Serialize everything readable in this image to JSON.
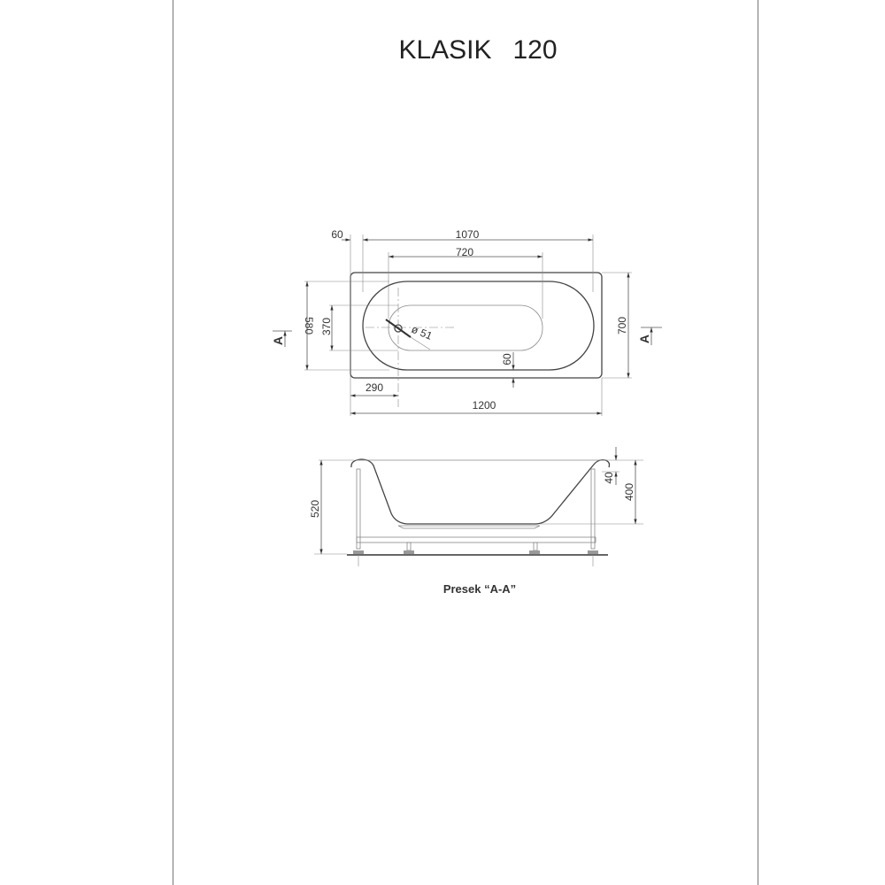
{
  "title": {
    "model": "KLASIK",
    "size": "120"
  },
  "top_view": {
    "dims": {
      "rim_offset": "60",
      "inner_length": "1070",
      "flat_bottom_length": "720",
      "inner_width": "580",
      "bottom_width": "370",
      "drain_diameter": "ø 51",
      "outer_width": "700",
      "side_rim": "60",
      "drain_offset": "290",
      "outer_length": "1200"
    },
    "section_marker": "A"
  },
  "section_view": {
    "dims": {
      "total_height": "520",
      "rim_thickness": "40",
      "depth": "400"
    },
    "caption": "Presek “A-A”"
  }
}
